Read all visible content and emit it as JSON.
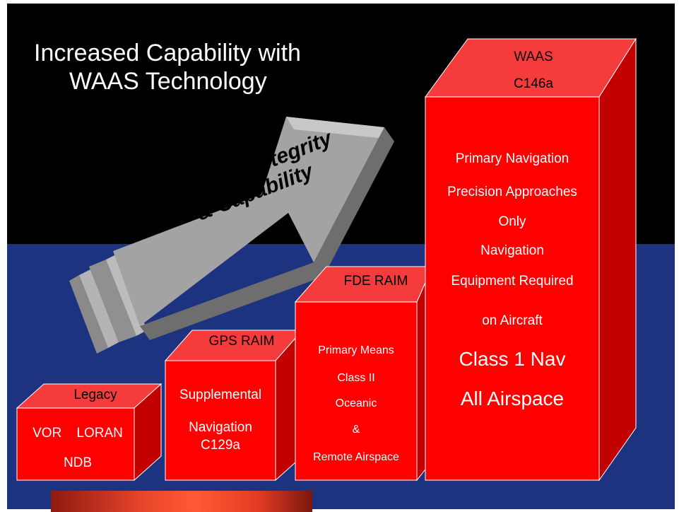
{
  "title": {
    "line1": "Increased Capability with",
    "line2": "WAAS Technology"
  },
  "arrow": {
    "line1": "Increased Integrity",
    "line2": "& Capability"
  },
  "steps": [
    {
      "header": "Legacy",
      "lines": [
        "VOR    LORAN",
        "NDB"
      ]
    },
    {
      "header": "GPS RAIM",
      "lines": [
        "Supplemental",
        "Navigation",
        "C129a"
      ]
    },
    {
      "header": "FDE RAIM",
      "lines": [
        "Primary Means",
        "Class II",
        "Oceanic",
        "&",
        "Remote Airspace"
      ]
    },
    {
      "header_line1": "WAAS",
      "header_line2": "C146a",
      "lines": [
        "Primary Navigation",
        "Precision Approaches",
        "Only",
        "Navigation",
        "Equipment Required",
        "on Aircraft"
      ],
      "big_lines": [
        "Class 1 Nav",
        "All Airspace"
      ]
    }
  ],
  "colors": {
    "background_top": "#000000",
    "background_bottom": "#1e3380",
    "box_front": "#ff0000",
    "box_top": "#f53b3b",
    "box_side": "#c20000",
    "arrow": "#a0a0a0"
  }
}
